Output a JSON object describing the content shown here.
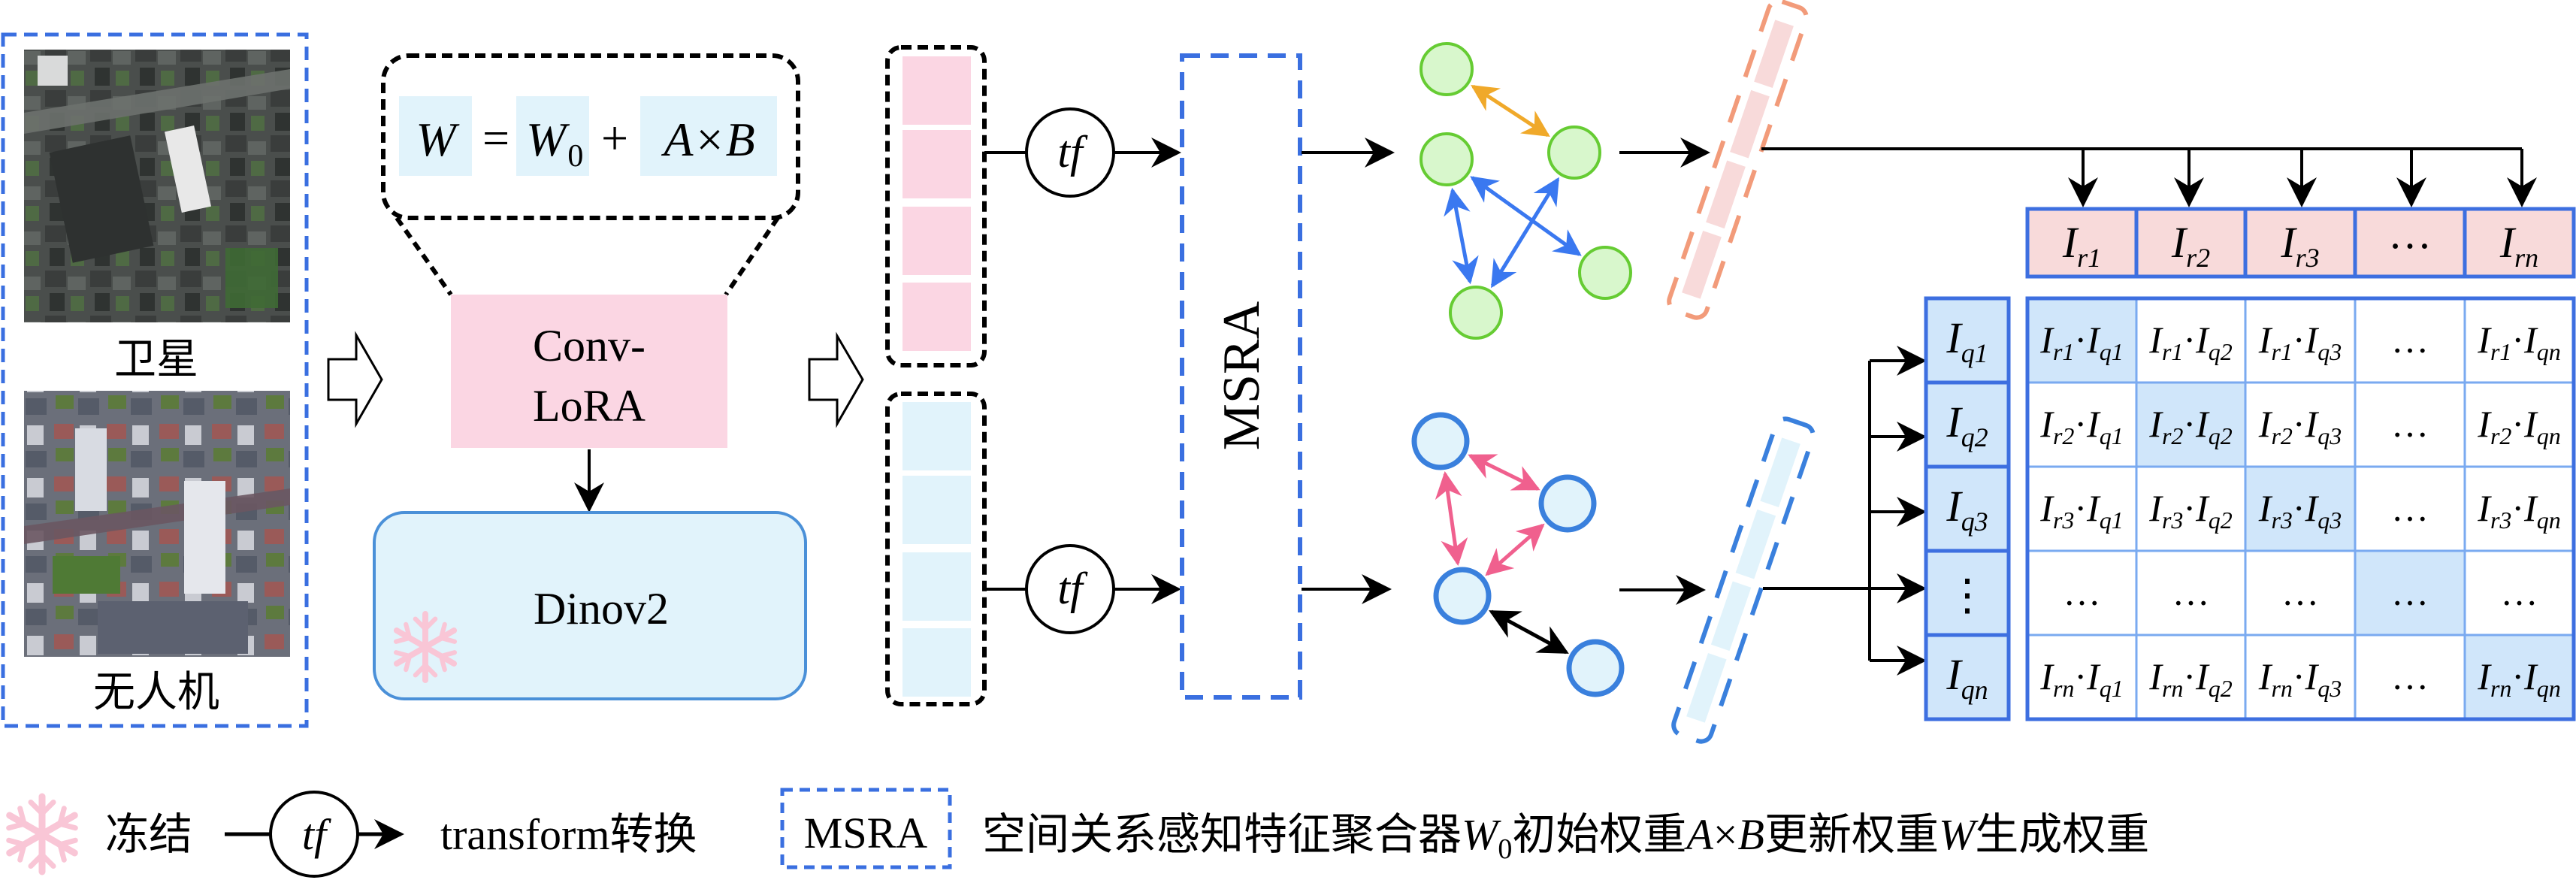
{
  "inputs": {
    "satellite_label": "卫星",
    "drone_label": "无人机"
  },
  "lora": {
    "formula": {
      "w": "W",
      "equals": "=",
      "w0_base": "W",
      "w0_sub": "0",
      "plus": "+",
      "ab": "A×B"
    },
    "conv_lora_line1": "Conv-",
    "conv_lora_line2": "LoRA",
    "backbone_label": "Dinov2"
  },
  "transform": {
    "tf_label": "tf"
  },
  "msra": {
    "label": "MSRA"
  },
  "similarity": {
    "reference_header": [
      {
        "base": "I",
        "sub": "r1"
      },
      {
        "base": "I",
        "sub": "r2"
      },
      {
        "base": "I",
        "sub": "r3"
      },
      {
        "base": "…",
        "sub": ""
      },
      {
        "base": "I",
        "sub": "rn"
      }
    ],
    "query_column": [
      {
        "base": "I",
        "sub": "q1"
      },
      {
        "base": "I",
        "sub": "q2"
      },
      {
        "base": "I",
        "sub": "q3"
      },
      {
        "base": "⋮",
        "sub": ""
      },
      {
        "base": "I",
        "sub": "qn"
      }
    ],
    "cells": [
      [
        {
          "r": "r1",
          "q": "q1"
        },
        {
          "r": "r1",
          "q": "q2"
        },
        {
          "r": "r1",
          "q": "q3"
        },
        null,
        {
          "r": "r1",
          "q": "qn"
        }
      ],
      [
        {
          "r": "r2",
          "q": "q1"
        },
        {
          "r": "r2",
          "q": "q2"
        },
        {
          "r": "r2",
          "q": "q3"
        },
        null,
        {
          "r": "r2",
          "q": "qn"
        }
      ],
      [
        {
          "r": "r3",
          "q": "q1"
        },
        {
          "r": "r3",
          "q": "q2"
        },
        {
          "r": "r3",
          "q": "q3"
        },
        null,
        {
          "r": "r3",
          "q": "qn"
        }
      ],
      [
        null,
        null,
        null,
        null,
        null
      ],
      [
        {
          "r": "rn",
          "q": "q1"
        },
        {
          "r": "rn",
          "q": "q2"
        },
        {
          "r": "rn",
          "q": "q3"
        },
        null,
        {
          "r": "rn",
          "q": "qn"
        }
      ]
    ],
    "ellipsis": "…",
    "dot": "·"
  },
  "legend": {
    "frozen_label": "冻结",
    "tf_label": "tf",
    "transform_label": "transform转换",
    "msra_label": "MSRA",
    "description_parts": [
      {
        "text": "空间关系感知特征聚合器",
        "style": "normal"
      },
      {
        "text": "W",
        "style": "italic"
      },
      {
        "text": "0",
        "style": "sub"
      },
      {
        "text": "初始权重",
        "style": "normal"
      },
      {
        "text": "A",
        "style": "italic"
      },
      {
        "text": "×",
        "style": "normal"
      },
      {
        "text": "B",
        "style": "italic"
      },
      {
        "text": "更新权重",
        "style": "normal"
      },
      {
        "text": "W",
        "style": "italic"
      },
      {
        "text": "生成权重",
        "style": "normal"
      }
    ]
  },
  "colors": {
    "dashed_blue": "#3a6fe0",
    "pink_fill": "#fbd6e3",
    "pink_light": "#f8dada",
    "blue_fill": "#e1f3fb",
    "table_blue_fill": "#d0e6fa",
    "table_border": "#3d6fe0",
    "table_inner": "#7aaaf0",
    "green_node_stroke": "#66cc33",
    "green_node_fill": "#d8f7cc",
    "blue_node_stroke": "#3a80dd",
    "blue_node_fill": "#e1f3fb",
    "orange_arrow": "#f0a92a",
    "blue_arrow": "#3a78f0",
    "pink_arrow": "#f0608e",
    "salmon_bar": "#f29b7a",
    "snowflake": "#f9c6d6",
    "dinov2_stroke": "#4a90d8"
  }
}
